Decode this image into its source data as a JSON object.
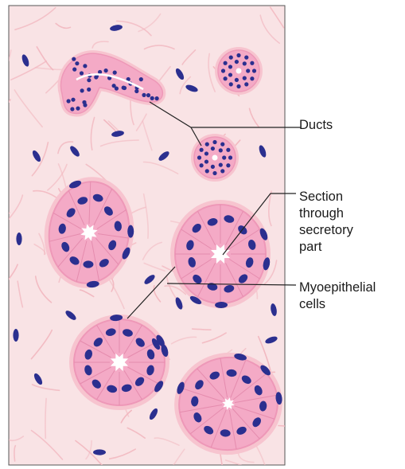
{
  "labels": {
    "ducts": "Ducts",
    "secretory": "Section\nthrough\nsecretory\npart",
    "myoepithelial": "Myoepithelial\ncells"
  },
  "colors": {
    "background": "#f9e3e5",
    "fiber": "#f2b8c0",
    "gland_fill": "#f4aac6",
    "gland_rim": "#ee98b8",
    "nucleus": "#2b2f8f",
    "lumen": "#ffffff",
    "leader": "#222222"
  }
}
